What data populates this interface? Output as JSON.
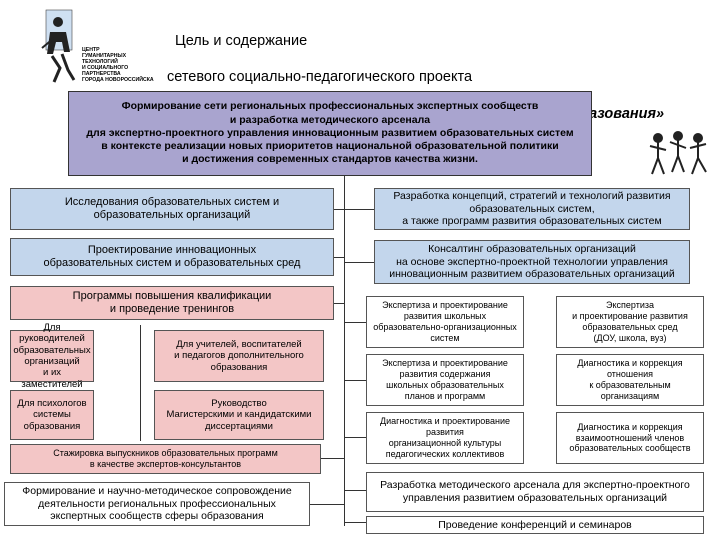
{
  "header": {
    "title_line1": "Цель и содержание",
    "title_line2": "сетевого социально-педагогического проекта",
    "title_line3": "«ЖИВАЯ  ШКОЛА: стандарты социального качества образования»"
  },
  "logo": {
    "text": "ЦЕНТР\nГУМАНИТАРНЫХ ТЕХНОЛОГИЙ\nИ СОЦИАЛЬНОГО ПАРТНЕРСТВА\nГОРОДА НОВОРОССИЙСКА"
  },
  "top_box": {
    "text": "Формирование сети региональных профессиональных экспертных сообществ\nи разработка методического арсенала\nдля экспертно-проектного управления инновационным развитием образовательных систем\nв контексте реализации новых приоритетов национальной образовательной политики\nи достижения современных стандартов качества жизни."
  },
  "left": {
    "box1": "Исследования образовательных систем и\nобразовательных организаций",
    "box2": "Проектирование инновационных\nобразовательных систем и образовательных сред",
    "box3": "Программы повышения квалификации\nи проведение тренингов",
    "sub1": "Для руководителей\nобразовательных\nорганизаций\nи их заместителей",
    "sub2": "Для учителей, воспитателей\nи педагогов дополнительного\nобразования",
    "sub3": "Для психологов\nсистемы\nобразования",
    "sub4": "Руководство\nМагистерскими и кандидатскими\nдиссертациями",
    "box4": "Стажировка выпускников образовательных программ\nв качестве экспертов-консультантов",
    "box5": "Формирование и научно-методическое сопровождение\nдеятельности региональных профессиональных\nэкспертных сообществ сферы образования"
  },
  "right": {
    "box1": "Разработка концепций, стратегий и технологий развития\nобразовательных систем,\nа также программ развития образовательных систем",
    "box2": "Консалтинг образовательных организаций\nна основе экспертно-проектной технологии управления\nинновационным развитием образовательных организаций",
    "grid1": "Экспертиза и проектирование\nразвития школьных\nобразовательно-организационных\nсистем",
    "grid2": "Экспертиза\nи проектирование развития\nобразовательных сред\n(ДОУ, школа, вуз)",
    "grid3": "Экспертиза и проектирование\nразвития содержания\nшкольных образовательных\nпланов и программ",
    "grid4": "Диагностика и коррекция\nотношения\nк образовательным\nорганизациям",
    "grid5": "Диагностика и проектирование\nразвития\nорганизационной культуры\nпедагогических коллективов",
    "grid6": "Диагностика и коррекция\nвзаимоотношений членов\nобразовательных сообществ",
    "box3": "Разработка методического арсенала для экспертно-проектного\nуправления развитием образовательных организаций",
    "box4": "Проведение конференций и семинаров"
  },
  "colors": {
    "purple": "#a9a4cf",
    "blue": "#c3d6ec",
    "pink": "#f3c6c6"
  }
}
